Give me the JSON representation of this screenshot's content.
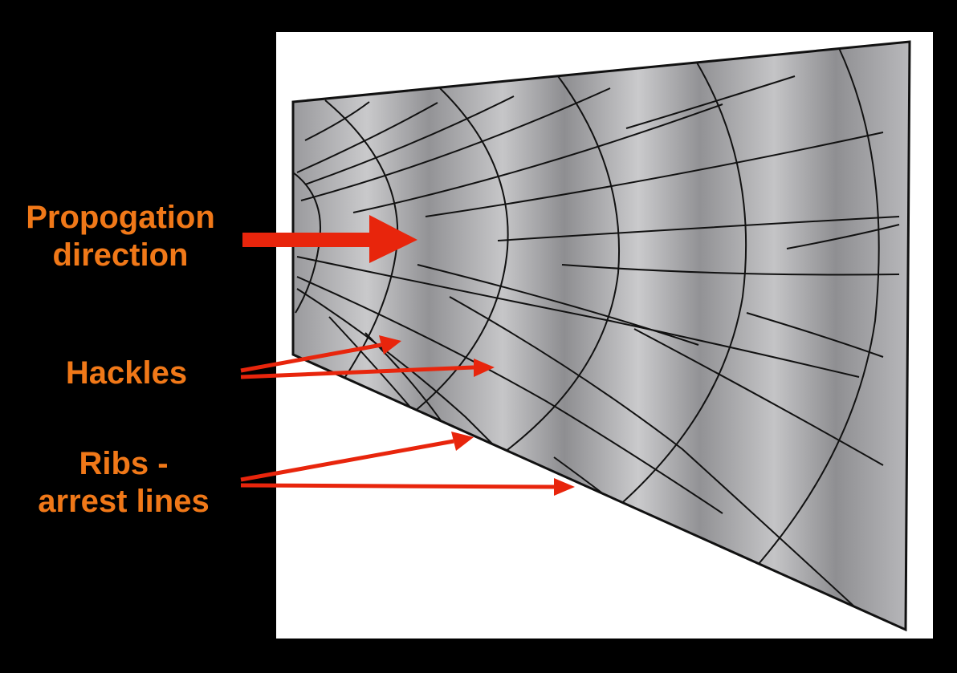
{
  "labels": {
    "propagation": [
      "Propogation",
      "direction"
    ],
    "hackles": "Hackles",
    "ribs": [
      "Ribs -",
      "arrest lines"
    ]
  },
  "colors": {
    "background": "#000000",
    "panel": "#ffffff",
    "label_text": "#f07818",
    "arrow": "#e8250c",
    "surface_light": "#cdcdcf",
    "surface_dark": "#8d8d90",
    "line": "#111111"
  }
}
